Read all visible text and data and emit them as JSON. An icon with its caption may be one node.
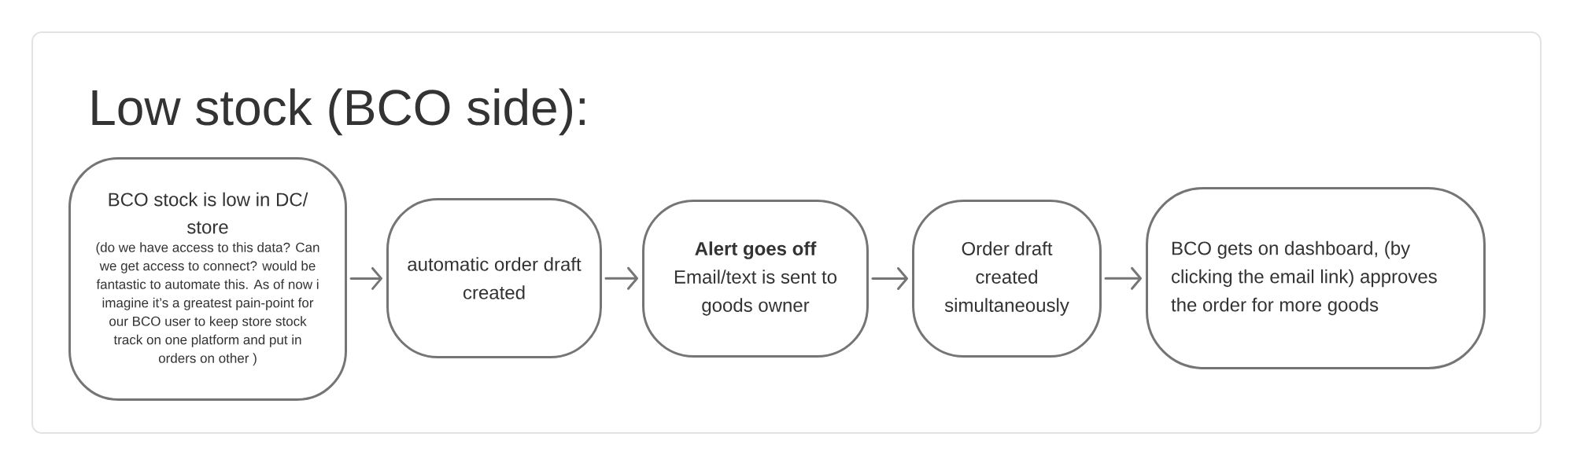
{
  "diagram": {
    "title": "Low stock (BCO side):",
    "nodes": [
      {
        "text": [
          "BCO stock is low in DC/ store",
          "(do we have access to this data? Can we get access to connect? would be fantastic to automate this. As of now i imagine it’s a greatest pain-point for our BCO user to keep store stock track on one platform and put in orders on other )"
        ]
      },
      {
        "text": [
          "automatic order draft created"
        ]
      },
      {
        "text": [
          "Alert goes off",
          "Email/text is sent to goods owner"
        ]
      },
      {
        "text": [
          "Order draft created simultaneously"
        ]
      },
      {
        "text": [
          "BCO gets on dashboard, (by clicking the email link) approves the order for more goods"
        ]
      }
    ],
    "edges": [
      {
        "from": 0,
        "to": 1,
        "arrow": "to"
      },
      {
        "from": 1,
        "to": 2,
        "arrow": "to"
      },
      {
        "from": 2,
        "to": 3,
        "arrow": "to"
      },
      {
        "from": 3,
        "to": 4,
        "arrow": "to"
      }
    ]
  }
}
